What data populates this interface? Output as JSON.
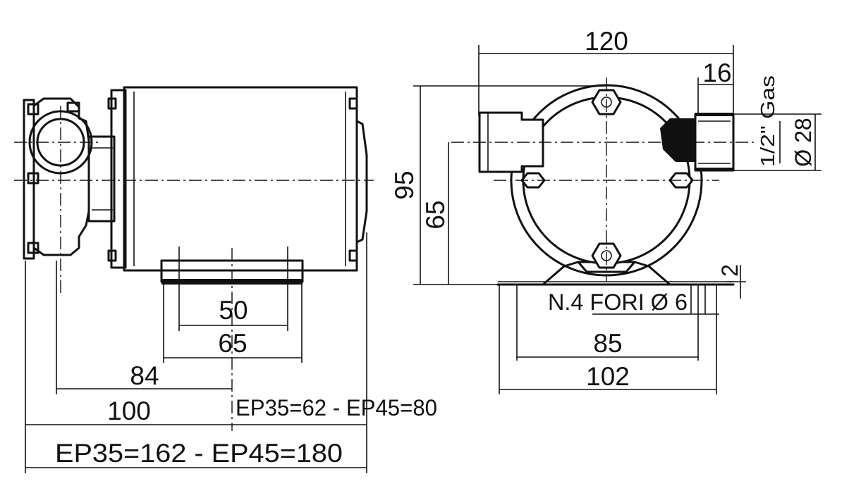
{
  "side_view": {
    "dim_foot_holes": "50",
    "dim_foot_length": "65",
    "dim_to_center": "84",
    "dim_to_foot_center": "100",
    "dim_motor_variant": "EP35=62 - EP45=80",
    "dim_total_length": "EP35=162 - EP45=180"
  },
  "front_view": {
    "dim_width": "120",
    "dim_port_length": "16",
    "dim_height": "95",
    "dim_axis_height": "65",
    "thread_label": "1/2\" Gas",
    "dim_port_diameter": "Ø 28",
    "dim_foot_thickness": "2",
    "holes_label": "N.4 FORI Ø 6",
    "dim_hole_spacing": "85",
    "dim_base_width": "102"
  }
}
